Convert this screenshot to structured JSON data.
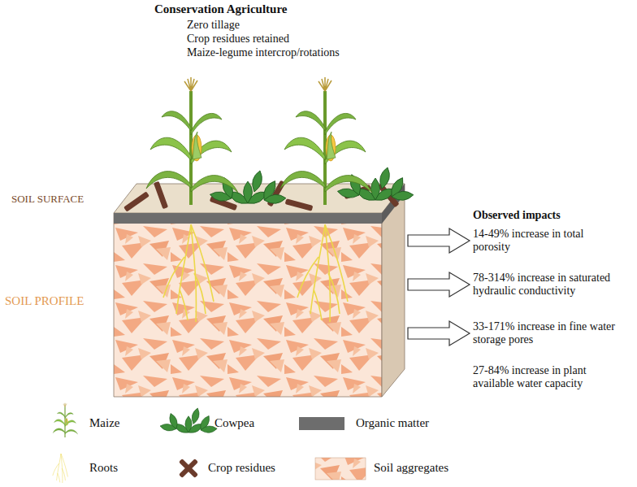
{
  "diagram": {
    "title": "Conservation Agriculture",
    "labels": [
      "Zero tillage",
      "Crop residues retained",
      "Maize-legume intercrop/rotations",
      "SOIL SURFACE",
      "SOIL PROFILE",
      "Observed impacts",
      "14-49% increase in total porosity",
      "78-314% increase in saturated hydraulic conductivity",
      "33-171% increase in fine water storage pores",
      "27-84% increase in plant available water capacity"
    ],
    "legend": [
      {
        "text": "Maize"
      },
      {
        "text": "Cowpea"
      },
      {
        "text": "Organic matter",
        "color": "#6d6d6d"
      },
      {
        "text": "Roots"
      },
      {
        "text": "Crop residues"
      },
      {
        "text": "Soil aggregates"
      }
    ]
  }
}
